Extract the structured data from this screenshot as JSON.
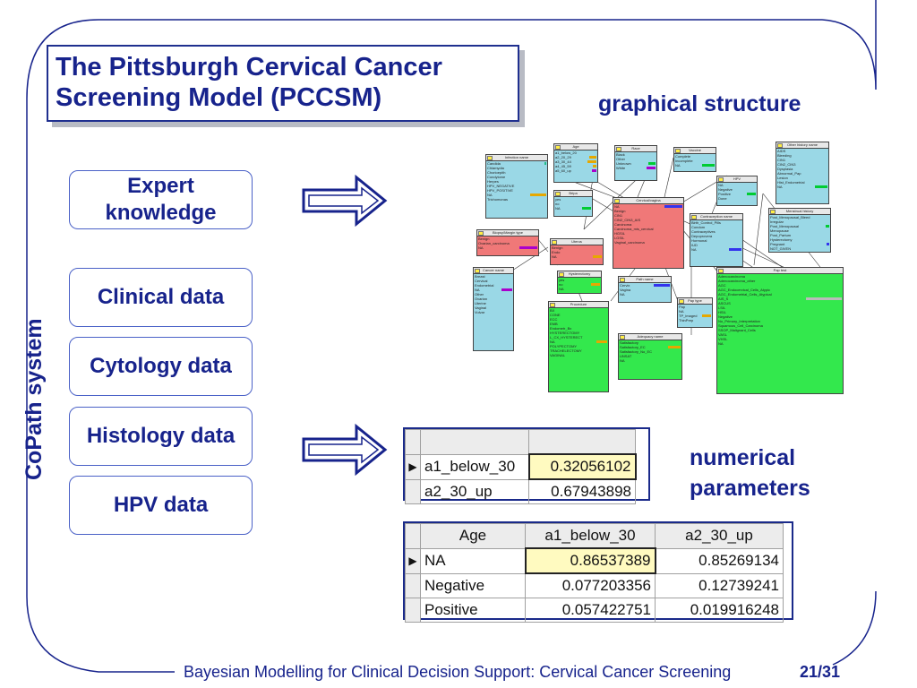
{
  "title": {
    "line1": "The Pittsburgh Cervical Cancer",
    "line2": "Screening Model (PCCSM)"
  },
  "labels": {
    "graphical": "graphical structure",
    "numerical_line1": "numerical",
    "numerical_line2": "parameters"
  },
  "sources": {
    "expert": {
      "line1": "Expert",
      "line2": "knowledge"
    },
    "clinical": "Clinical data",
    "cytology": "Cytology data",
    "histology": "Histology data",
    "hpv": "HPV data"
  },
  "system_label": "CoPath system",
  "footer": {
    "text": "Bayesian Modelling for Clinical Decision Support: Cervical Cancer Screening",
    "page": "21/31"
  },
  "colors": {
    "title": "#17238c",
    "cyan_node": "#9ad8e6",
    "green_node": "#33e84d",
    "red_node": "#f07878"
  },
  "table_small": {
    "rows": [
      {
        "label": "a1_below_30",
        "value": "0.32056102"
      },
      {
        "label": "a2_30_up",
        "value": "0.67943898"
      }
    ]
  },
  "table_large": {
    "headers": [
      "Age",
      "a1_below_30",
      "a2_30_up"
    ],
    "rows": [
      {
        "label": "NA",
        "v1": "0.86537389",
        "v2": "0.85269134"
      },
      {
        "label": "Negative",
        "v1": "0.077203356",
        "v2": "0.12739241"
      },
      {
        "label": "Positive",
        "v1": "0.057422751",
        "v2": "0.019916248"
      }
    ]
  }
}
